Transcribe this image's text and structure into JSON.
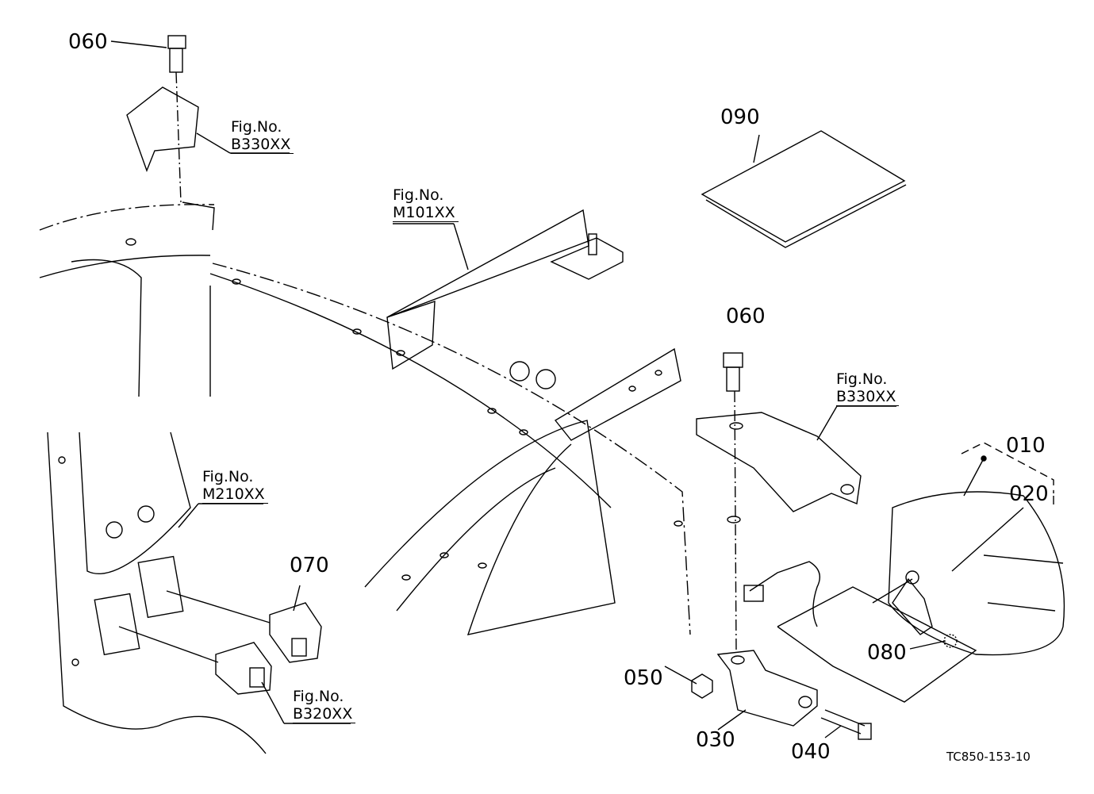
{
  "parts": {
    "p060_top": "060",
    "p060_mid": "060",
    "p090": "090",
    "p070": "070",
    "p010": "010",
    "p020": "020",
    "p080": "080",
    "p050": "050",
    "p030": "030",
    "p040": "040"
  },
  "figure_refs": {
    "fig_label": "Fig.No.",
    "b330_top": "B330XX",
    "m101": "M101XX",
    "b330_right": "B330XX",
    "m210": "M210XX",
    "b320": "B320XX"
  },
  "drawing_code": "TC850-153-10"
}
